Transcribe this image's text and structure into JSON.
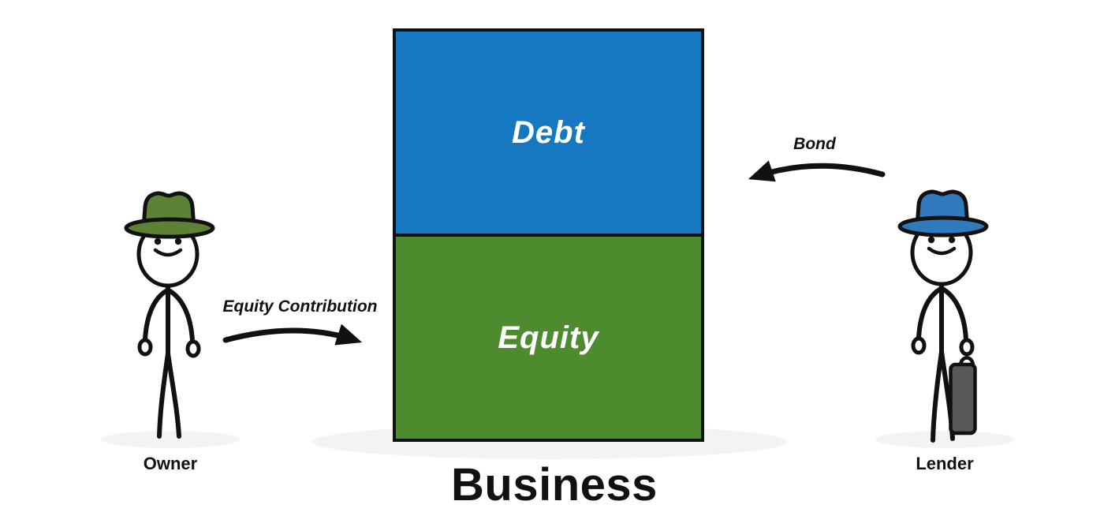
{
  "palette": {
    "debt_blue": "#1778c2",
    "equity_green": "#4e8b2e",
    "owner_hat_green": "#5d8236",
    "lender_hat_blue": "#3179bd",
    "briefcase_gray": "#58585a",
    "shadow_gray": "#f3f3f3",
    "ink": "#111111"
  },
  "diagram": {
    "business": {
      "label": "Business",
      "sections": [
        {
          "label": "Debt"
        },
        {
          "label": "Equity"
        }
      ]
    },
    "actors": [
      {
        "label": "Owner"
      },
      {
        "label": "Lender"
      }
    ],
    "flows": [
      {
        "label": "Equity Contribution",
        "from": "Owner",
        "to": "Business"
      },
      {
        "label": "Bond",
        "from": "Lender",
        "to": "Business"
      }
    ]
  }
}
